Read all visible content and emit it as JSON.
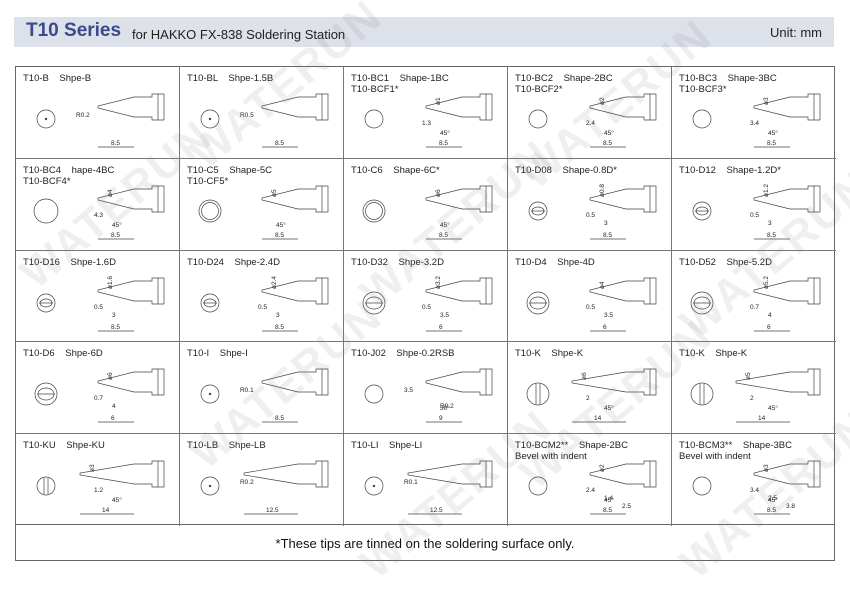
{
  "header": {
    "title": "T10 Series",
    "subtitle": "for HAKKO FX-838 Soldering Station",
    "unit": "Unit: mm"
  },
  "tips": [
    {
      "label": "T10-B    Shpe-B",
      "kind": "round",
      "dims": [
        "R0.2",
        "8.5"
      ]
    },
    {
      "label": "T10-BL    Shpe-1.5B",
      "kind": "round-small",
      "dims": [
        "R0.5",
        "8.5"
      ]
    },
    {
      "label": "T10-BC1    Shape-1BC\nT10-BCF1*",
      "kind": "bevel",
      "dims": [
        "ø1",
        "1.3",
        "45°",
        "8.5"
      ]
    },
    {
      "label": "T10-BC2    Shape-2BC\nT10-BCF2*",
      "kind": "bevel",
      "dims": [
        "ø2",
        "2.4",
        "45°",
        "8.5"
      ]
    },
    {
      "label": "T10-BC3    Shape-3BC\nT10-BCF3*",
      "kind": "bevel",
      "dims": [
        "ø3",
        "3.4",
        "45°",
        "8.5"
      ]
    },
    {
      "label": "T10-BC4    hape-4BC\nT10-BCF4*",
      "kind": "bevel-big",
      "dims": [
        "ø4",
        "4.3",
        "45°",
        "8.5"
      ]
    },
    {
      "label": "T10-C5    Shape-5C\nT10-CF5*",
      "kind": "cone-circle",
      "dims": [
        "ø5",
        "45°",
        "8.5"
      ]
    },
    {
      "label": "T10-C6    Shape-6C*",
      "kind": "cone-circle",
      "dims": [
        "ø6",
        "45°",
        "8.5"
      ]
    },
    {
      "label": "T10-D08    Shape-0.8D*",
      "kind": "chisel",
      "dims": [
        "ø0.8",
        "0.5",
        "3",
        "8.5"
      ]
    },
    {
      "label": "T10-D12    Shape-1.2D*",
      "kind": "chisel",
      "dims": [
        "ø1.2",
        "0.5",
        "3",
        "8.5"
      ]
    },
    {
      "label": "T10-D16    Shpe-1.6D",
      "kind": "chisel",
      "dims": [
        "ø1.6",
        "0.5",
        "3",
        "8.5"
      ]
    },
    {
      "label": "T10-D24    Shpe-2.4D",
      "kind": "chisel",
      "dims": [
        "ø2.4",
        "0.5",
        "3",
        "8.5"
      ]
    },
    {
      "label": "T10-D32    Shpe-3.2D",
      "kind": "chisel-2",
      "dims": [
        "ø3.2",
        "0.5",
        "3.5",
        "6"
      ]
    },
    {
      "label": "T10-D4    Shpe-4D",
      "kind": "chisel-2",
      "dims": [
        "ø4",
        "0.5",
        "3.5",
        "6"
      ]
    },
    {
      "label": "T10-D52    Shpe-5.2D",
      "kind": "chisel-2",
      "dims": [
        "ø5.2",
        "0.7",
        "4",
        "6"
      ]
    },
    {
      "label": "T10-D6    Shpe-6D",
      "kind": "chisel-2",
      "dims": [
        "ø6",
        "0.7",
        "4",
        "6"
      ]
    },
    {
      "label": "T10-I    Shpe-I",
      "kind": "round",
      "dims": [
        "R0.1",
        "8.5"
      ]
    },
    {
      "label": "T10-J02    Shpe-0.2RSB",
      "kind": "bent",
      "dims": [
        "3.5",
        "30°",
        "R0.2",
        "9"
      ]
    },
    {
      "label": "T10-K    Shpe-K",
      "kind": "knife",
      "dims": [
        "ø6",
        "2",
        "45°",
        "14"
      ]
    },
    {
      "label": "T10-K    Shpe-K",
      "kind": "knife",
      "dims": [
        "ø5",
        "2",
        "45°",
        "14"
      ]
    },
    {
      "label": "T10-KU    Shpe-KU",
      "kind": "knife-u",
      "dims": [
        "ø3",
        "1.2",
        "45°",
        "14"
      ]
    },
    {
      "label": "T10-LB    Shpe-LB",
      "kind": "long",
      "dims": [
        "R0.2",
        "12.5"
      ]
    },
    {
      "label": "T10-LI    Shpe-LI",
      "kind": "long",
      "dims": [
        "R0.1",
        "12.5"
      ]
    },
    {
      "label": "T10-BCM2**    Shape-2BC\nBevel with indent",
      "kind": "bevel-indent",
      "dims": [
        "ø2",
        "2.4",
        "1.4",
        "2.5",
        "45°",
        "8.5"
      ]
    },
    {
      "label": "T10-BCM3**    Shape-3BC\nBevel with indent",
      "kind": "bevel-indent",
      "dims": [
        "ø3",
        "3.4",
        "2.5",
        "3.8",
        "45°",
        "8.5"
      ]
    }
  ],
  "footer": "*These tips are tinned on the soldering surface only.",
  "watermark": "WATERUN",
  "colors": {
    "title": "#3a4a8a",
    "header_bg": "#dde1ea",
    "line": "#555555"
  }
}
